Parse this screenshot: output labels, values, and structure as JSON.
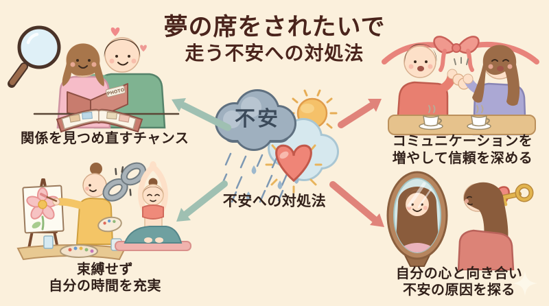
{
  "title": {
    "line1": "夢の席をされたいで",
    "line2": "走う不安への対処法"
  },
  "center": {
    "cloud_label": "不安",
    "caption": "不安への対処法"
  },
  "quadrants": {
    "top_left": {
      "caption": "関係を見つめ直すチャンス",
      "album_label": "PHOTO"
    },
    "top_right": {
      "caption_line1": "コミュニケーションを",
      "caption_line2": "増やして信頼を深める"
    },
    "bottom_left": {
      "caption_line1": "束縛せず",
      "caption_line2": "自分の時間を充実"
    },
    "bottom_right": {
      "caption_line1": "自分の心と向き合い",
      "caption_line2": "不安の原因を探る"
    }
  },
  "icons": {
    "magnifying_glass_icon": "circle-lens-with-handle",
    "heart_icon": "coral-heart",
    "ribbon_icon": "coral-bow-ribbon",
    "broken_chain_icon": "two-split-chain-links",
    "mirror_icon": "oval-standing-mirror",
    "key_icon": "gold-key-into-heart",
    "sun_icon": "sun-with-rays",
    "rain_icon": "rain-streaks-and-drops",
    "sparkle_icon": "four-point-star",
    "coffee_cup_icon": "cup-with-steam"
  },
  "colors": {
    "background": "#FBF0DC",
    "title": "#4A241C",
    "caption": "#31201A",
    "arrow_teal": "#9FC0B2",
    "arrow_coral": "#E0837A",
    "cloud_dark": "#9FB0BF",
    "cloud_light": "#D6E8EE",
    "cloud_label": "#3B4A5A",
    "sun": "#F5C169",
    "heart": "#EF8577",
    "ray": "#E8B45C"
  }
}
